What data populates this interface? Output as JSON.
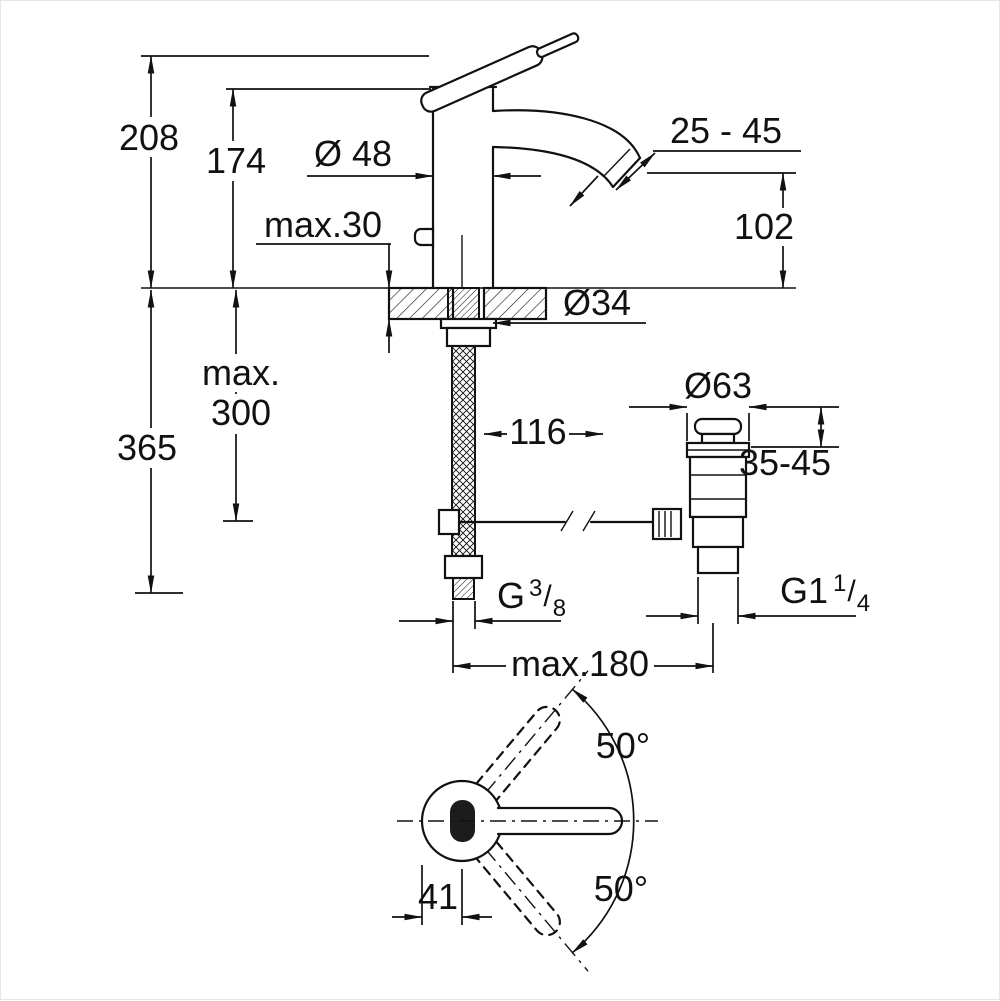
{
  "drawing": {
    "labels": {
      "h208": "208",
      "h174": "174",
      "d48": "Ø 48",
      "r25_45": "25 - 45",
      "h102": "102",
      "max30": "max.30",
      "d34": "Ø34",
      "max300_word": "max.",
      "max300_value": "300",
      "h365": "365",
      "w116": "116",
      "d63": "Ø63",
      "r35_45": "35-45",
      "g38": {
        "base": "G",
        "num": "3",
        "slash": "/",
        "den": "8"
      },
      "g114": {
        "base": "G1",
        "num": "1",
        "slash": "/",
        "den": "4"
      },
      "max180": "max.180",
      "angle_upper": "50°",
      "angle_lower": "50°",
      "w41": "41"
    }
  }
}
